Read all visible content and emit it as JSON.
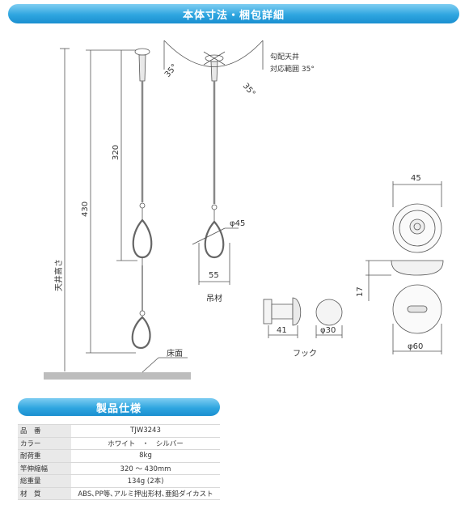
{
  "header": {
    "title": "本体寸法・梱包詳細"
  },
  "drawing": {
    "dim_430": "430",
    "dim_320": "320",
    "ceiling_height": "天井高さ",
    "floor": "床面",
    "angle_left": "35°",
    "angle_right": "35°",
    "slope_note_1": "勾配天井",
    "slope_note_2": "対応範囲 35°",
    "diameter_45": "φ45",
    "width_55": "55",
    "hanging_label": "吊材",
    "hook_width": "41",
    "hook_diameter": "φ30",
    "hook_label": "フック",
    "base_width": "45",
    "base_height": "17",
    "base_diameter": "φ60"
  },
  "spec": {
    "title": "製品仕様",
    "rows": [
      {
        "key": "品　番",
        "value": "TJW3243"
      },
      {
        "key": "カラー",
        "value": "ホワイト　・　シルバー"
      },
      {
        "key": "耐荷重",
        "value": "8kg"
      },
      {
        "key": "竿伸縮幅",
        "value": "320 ～ 430mm"
      },
      {
        "key": "総重量",
        "value": "134g (2本)"
      },
      {
        "key": "材　質",
        "value": "ABS､PP等､アルミ押出形材､亜鉛ダイカスト"
      }
    ]
  }
}
